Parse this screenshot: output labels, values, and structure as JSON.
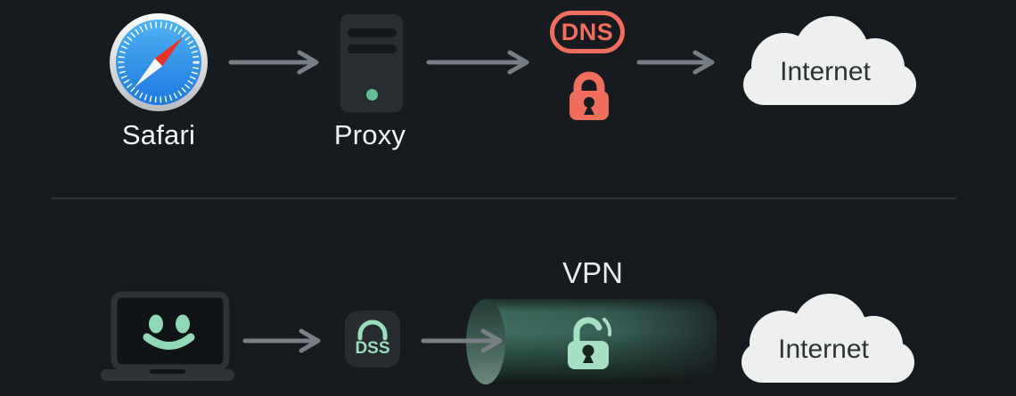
{
  "diagram": {
    "top_flow": {
      "source_label": "Safari",
      "proxy_label": "Proxy",
      "dns_badge_label": "DNS",
      "internet_label": "Internet"
    },
    "bottom_flow": {
      "dss_badge_label": "DSS",
      "vpn_label": "VPN",
      "internet_label": "Internet"
    },
    "colors": {
      "background": "#171a1e",
      "coral_accent": "#ef6e5e",
      "mint_accent": "#93d9b6",
      "tunnel_teal": "#3e7062",
      "arrow_gray": "#777f85",
      "cloud_white": "#eef0f0",
      "divider_gray": "#2e3438"
    }
  }
}
